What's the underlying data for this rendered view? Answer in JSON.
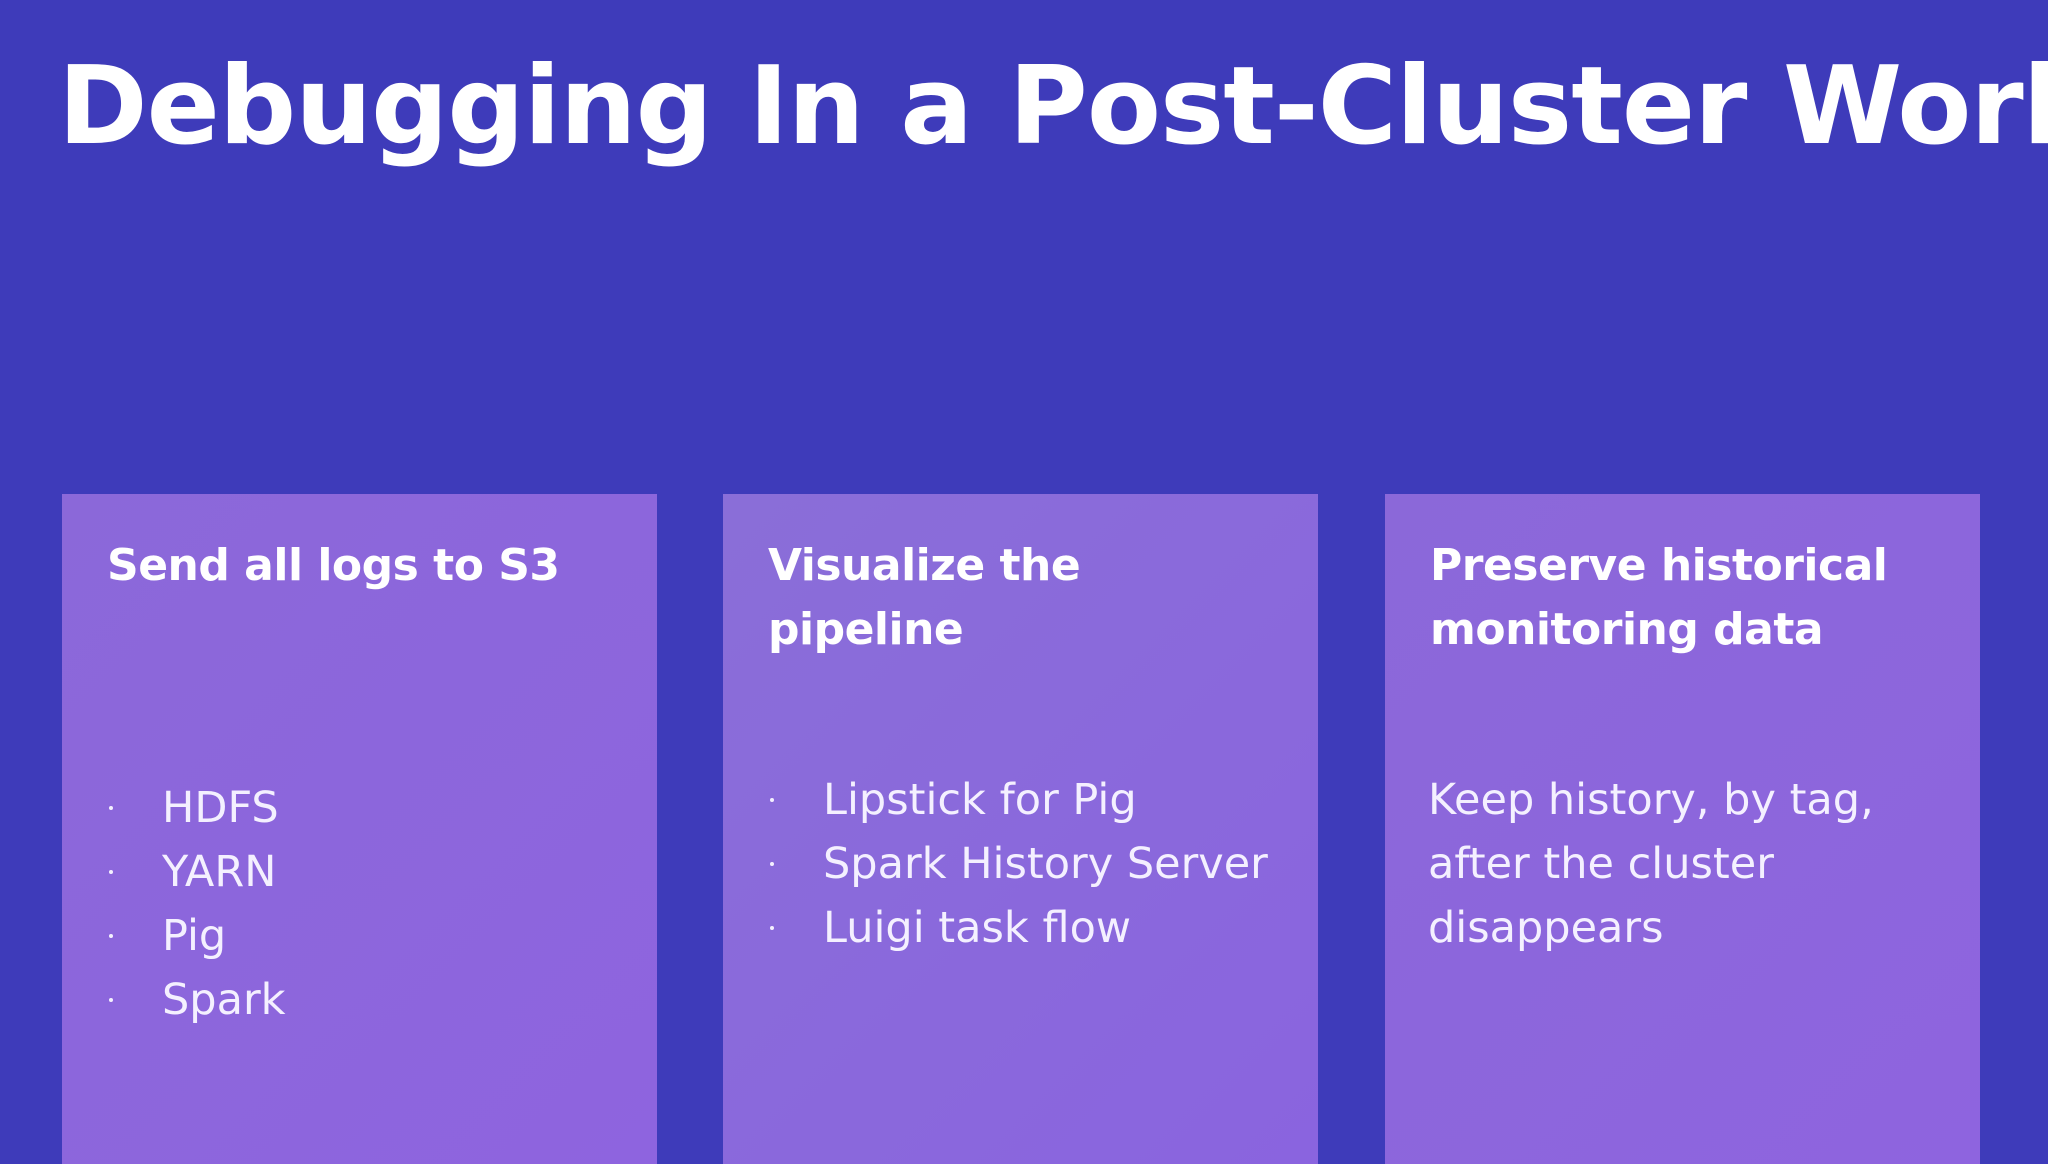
{
  "slide": {
    "title": "Debugging In a Post-Cluster World"
  },
  "cards": [
    {
      "heading": "Send all logs to S3",
      "bullets": [
        "HDFS",
        "YARN",
        "Pig",
        "Spark"
      ]
    },
    {
      "heading": "Visualize the pipeline",
      "bullets": [
        "Lipstick for Pig",
        "Spark History Server",
        "Luigi task flow"
      ]
    },
    {
      "heading": "Preserve historical monitoring data",
      "body": "Keep history, by tag, after the cluster disappears"
    }
  ],
  "colors": {
    "background": "#3e3bba",
    "card": "#8b66dc",
    "text": "#ffffff"
  }
}
